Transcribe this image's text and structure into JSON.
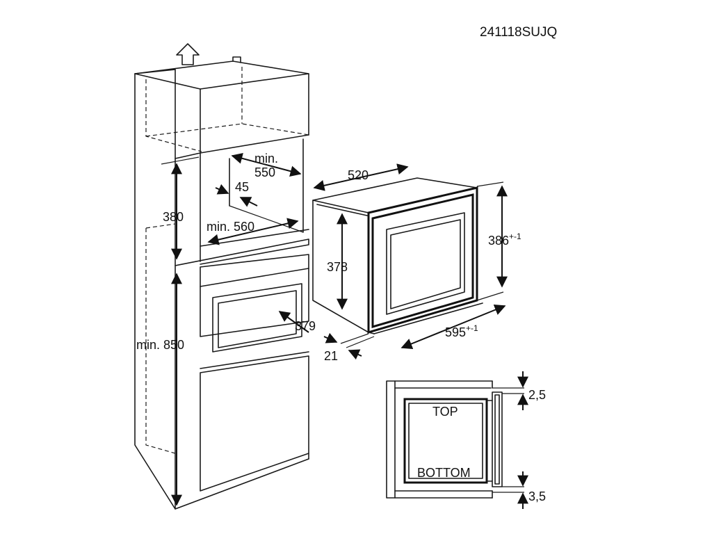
{
  "diagram": {
    "code": "241118SUJQ",
    "cabinet": {
      "min_width_top": "min.",
      "min_width_top_value": "550",
      "inset": "45",
      "niche_height": "380",
      "min_width_bottom": "min. 560",
      "min_height_total": "min. 850"
    },
    "oven": {
      "depth": "520",
      "body_height": "378",
      "front_height": "386",
      "front_height_tol": "+-1",
      "front_width": "595",
      "front_width_tol": "+-1",
      "body_depth": "379",
      "front_thickness": "21"
    },
    "detail": {
      "top_label": "TOP",
      "bottom_label": "BOTTOM",
      "top_gap": "2,5",
      "bottom_gap": "3,5"
    }
  }
}
